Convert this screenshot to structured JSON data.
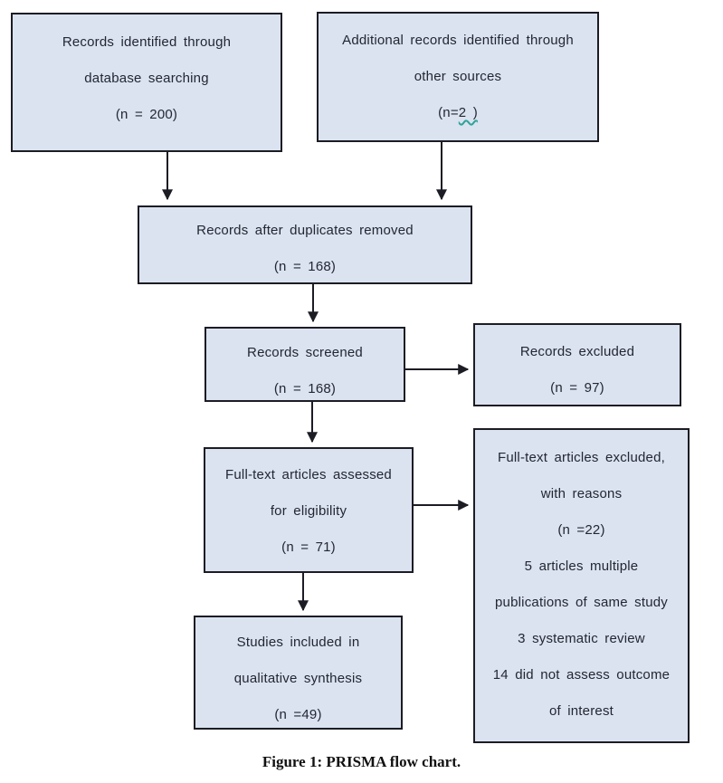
{
  "colors": {
    "box_fill": "#dbe3f0",
    "box_border": "#1c1c24",
    "text": "#232733",
    "squiggle_underline": "#2fa39a",
    "background": "#ffffff"
  },
  "caption": "Figure 1: PRISMA flow chart.",
  "flowchart": {
    "identified": {
      "lines": [
        "Records identified through",
        "database searching",
        "(n = 200)"
      ]
    },
    "additional": {
      "lines": [
        "Additional records identified through",
        "other sources"
      ],
      "n_prefix": "(n=",
      "n_marked": "2 )"
    },
    "duplicates": {
      "lines": [
        "Records after duplicates removed",
        "(n = 168)"
      ]
    },
    "screened": {
      "lines": [
        "Records screened",
        "(n = 168)"
      ]
    },
    "excluded": {
      "lines": [
        "Records excluded",
        "(n = 97)"
      ]
    },
    "fulltext": {
      "lines": [
        "Full-text articles assessed",
        "for eligibility",
        "(n = 71)"
      ]
    },
    "fulltext_excluded": {
      "lines": [
        "Full-text articles excluded,",
        "with reasons",
        "(n =22)",
        "5 articles multiple",
        "publications of same study",
        "3 systematic review",
        "14 did not assess outcome",
        "of interest"
      ]
    },
    "included": {
      "lines": [
        "Studies included in",
        "qualitative synthesis",
        "(n =49)"
      ]
    }
  }
}
